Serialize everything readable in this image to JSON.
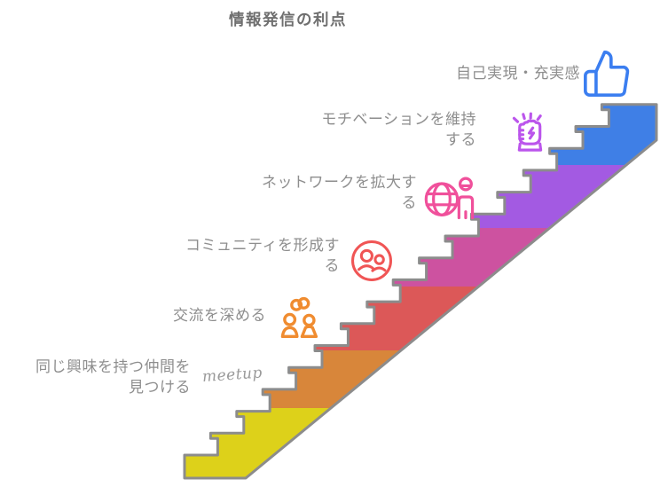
{
  "title": "情報発信の利点",
  "colors": {
    "title_text": "#6f6f6f",
    "label_text": "#8e8e8e",
    "stair_outline": "#8c8c8c",
    "background": "#ffffff"
  },
  "items": [
    {
      "label": "自己実現・充実感",
      "icon": "thumbs-up",
      "icon_color": "#3b7ef0"
    },
    {
      "label": "モチベーションを維持\nする",
      "icon": "raised-fist",
      "icon_color": "#bb55ec"
    },
    {
      "label": "ネットワークを拡大す\nる",
      "icon": "globe-person",
      "icon_color": "#f0509b"
    },
    {
      "label": "コミュニティを形成す\nる",
      "icon": "community-circle",
      "icon_color": "#f05555"
    },
    {
      "label": "交流を深める",
      "icon": "people-link",
      "icon_color": "#f08c30"
    },
    {
      "label": "同じ興味を持つ仲間を\n見つける",
      "icon": "meetup-logo",
      "icon_color": "#9a9a9a",
      "logo_text": "meetup"
    }
  ],
  "stairs": {
    "step_count": 17,
    "bands": [
      {
        "name": "blue",
        "color": "#3f7fe6",
        "to": 0.162
      },
      {
        "name": "purple",
        "color": "#a35ae2",
        "to": 0.33
      },
      {
        "name": "magenta",
        "color": "#cd52a0",
        "to": 0.487
      },
      {
        "name": "red",
        "color": "#dc5858",
        "to": 0.658
      },
      {
        "name": "orange",
        "color": "#d8863a",
        "to": 0.812
      },
      {
        "name": "yellow",
        "color": "#ddd11a",
        "to": 1
      }
    ]
  }
}
